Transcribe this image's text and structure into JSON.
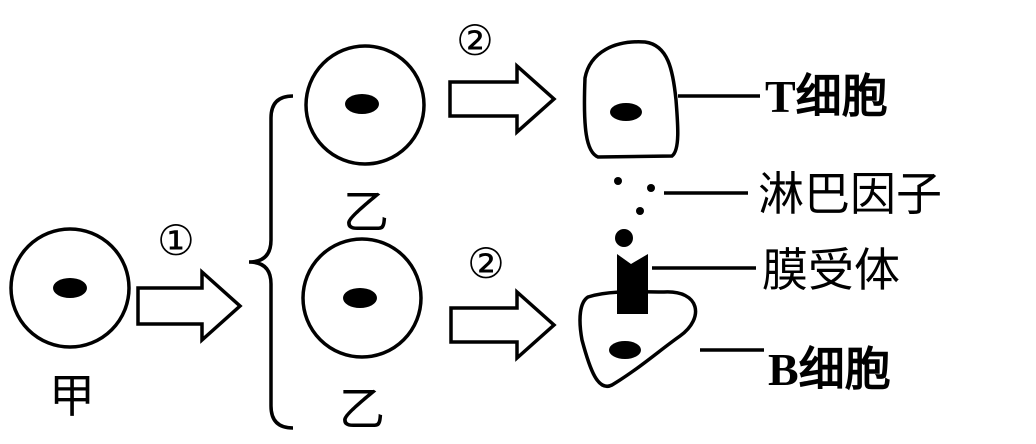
{
  "diagram": {
    "cells": {
      "jia": "甲",
      "yi_top": "乙",
      "yi_bottom": "乙"
    },
    "steps": {
      "step1": "①",
      "step2_top": "②",
      "step2_bottom": "②"
    },
    "labels": {
      "t_cell": "T细胞",
      "lymphokine": "淋巴因子",
      "membrane_receptor": "膜受体",
      "b_cell": "B细胞"
    }
  }
}
